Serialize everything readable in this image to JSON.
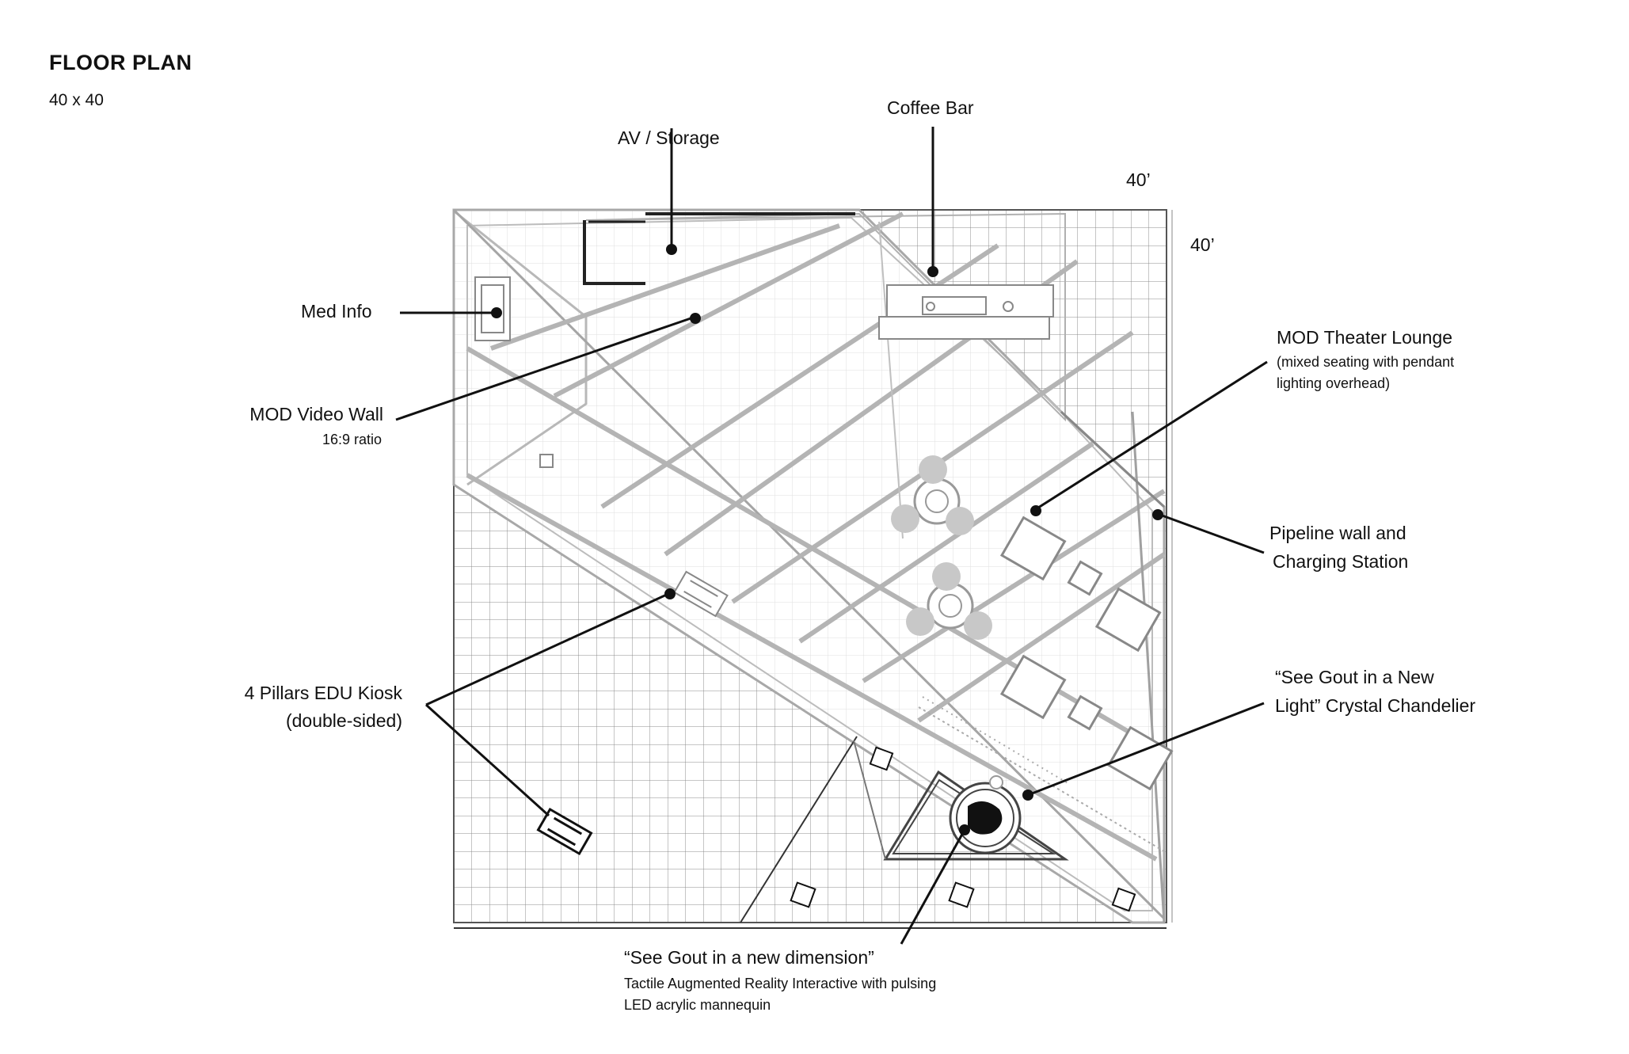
{
  "header": {
    "title": "FLOOR PLAN",
    "size": "40 x 40"
  },
  "dimensions": {
    "top": "40’",
    "right": "40’"
  },
  "labels": {
    "coffee_bar": "Coffee Bar",
    "av_storage": "AV / Storage",
    "med_info": "Med Info",
    "mod_video_wall": "MOD Video Wall",
    "mod_video_wall_sub": "16:9 ratio",
    "mod_theater_lounge": "MOD Theater Lounge",
    "mod_theater_lounge_sub1": "(mixed seating with pendant",
    "mod_theater_lounge_sub2": "lighting overhead)",
    "pipeline_line1": "Pipeline wall and",
    "pipeline_line2": "Charging Station",
    "kiosk_line1": "4 Pillars EDU Kiosk",
    "kiosk_line2": "(double-sided)",
    "chandelier_line1": "“See Gout in a New",
    "chandelier_line2": "Light” Crystal Chandelier",
    "dimension_line1": "“See Gout in a new dimension”",
    "dimension_line2": "Tactile Augmented Reality Interactive with pulsing",
    "dimension_line3": "LED acrylic mannequin"
  }
}
